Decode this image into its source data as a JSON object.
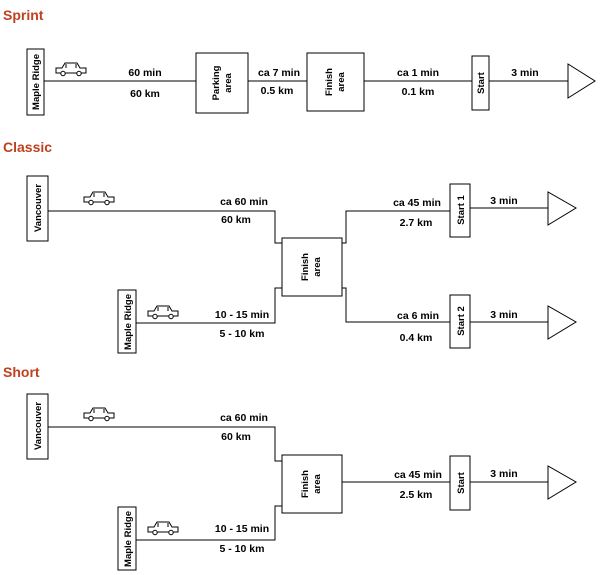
{
  "sections": {
    "sprint": {
      "title": "Sprint",
      "origin": "Maple Ridge",
      "leg1_time": "60 min",
      "leg1_dist": "60 km",
      "parking_line1": "Parking",
      "parking_line2": "area",
      "leg2_time": "ca 7 min",
      "leg2_dist": "0.5 km",
      "finish_line1": "Finish",
      "finish_line2": "area",
      "leg3_time": "ca 1 min",
      "leg3_dist": "0.1 km",
      "start": "Start",
      "leg4_time": "3 min"
    },
    "classic": {
      "title": "Classic",
      "origin_a": "Vancouver",
      "origin_a_time": "ca 60 min",
      "origin_a_dist": "60 km",
      "origin_b": "Maple Ridge",
      "origin_b_time": "10 - 15 min",
      "origin_b_dist": "5 - 10 km",
      "finish_line1": "Finish",
      "finish_line2": "area",
      "start1": "Start 1",
      "start1_time": "ca 45 min",
      "start1_dist": "2.7 km",
      "start1_walk": "3 min",
      "start2": "Start 2",
      "start2_time": "ca 6 min",
      "start2_dist": "0.4 km",
      "start2_walk": "3 min"
    },
    "short": {
      "title": "Short",
      "origin_a": "Vancouver",
      "origin_a_time": "ca 60 min",
      "origin_a_dist": "60 km",
      "origin_b": "Maple Ridge",
      "origin_b_time": "10 - 15 min",
      "origin_b_dist": "5 - 10 km",
      "finish_line1": "Finish",
      "finish_line2": "area",
      "start": "Start",
      "start_time": "ca 45 min",
      "start_dist": "2.5 km",
      "start_walk": "3 min"
    }
  },
  "icons": {
    "car": "car-icon",
    "flag": "triangle-marker-icon"
  },
  "colors": {
    "title": "#c0401f",
    "lines": "#000000"
  }
}
